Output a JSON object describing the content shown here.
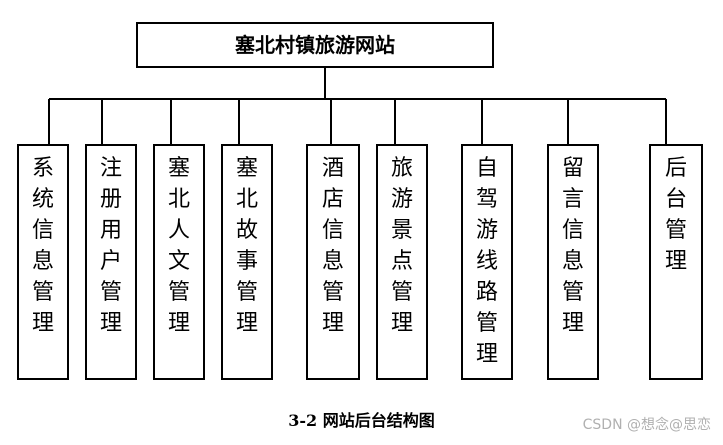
{
  "diagram": {
    "root": {
      "label": "塞北村镇旅游网站"
    },
    "children": [
      {
        "label": "系统信息管理"
      },
      {
        "label": "注册用户管理"
      },
      {
        "label": "塞北人文管理"
      },
      {
        "label": "塞北故事管理"
      },
      {
        "label": "酒店信息管理"
      },
      {
        "label": "旅游景点管理"
      },
      {
        "label": "自驾游线路管理"
      },
      {
        "label": "留言信息管理"
      },
      {
        "label": "后台管理"
      }
    ]
  },
  "caption": "3-2  网站后台结构图",
  "watermark": "CSDN @想念@思恋"
}
